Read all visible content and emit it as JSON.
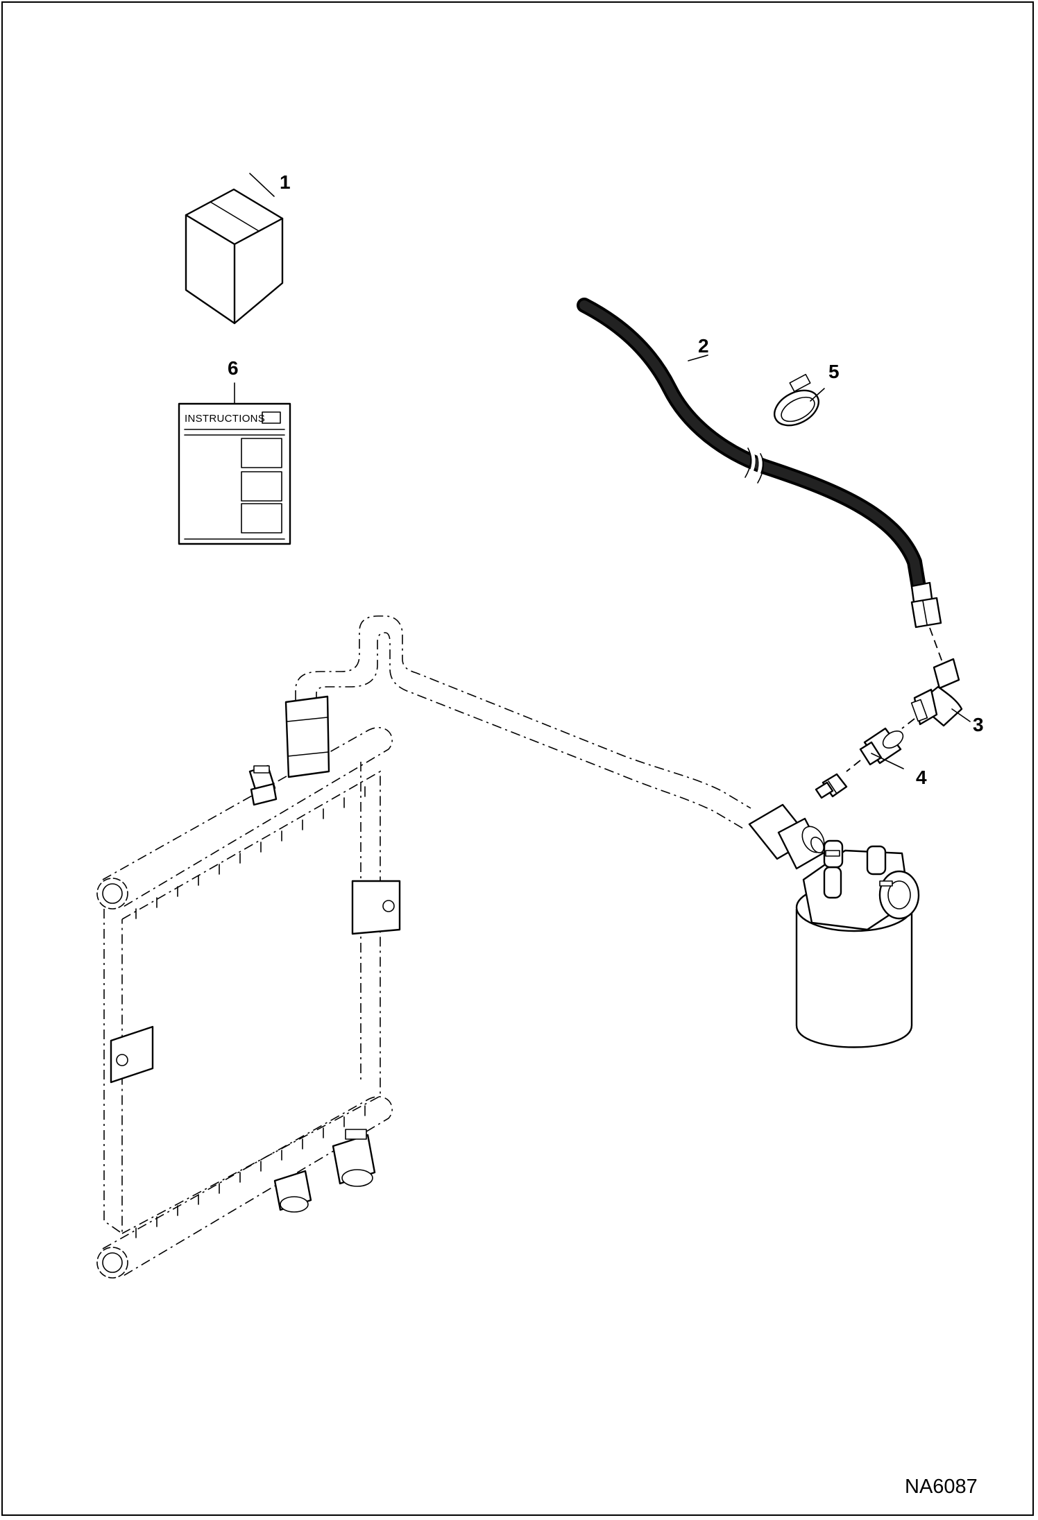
{
  "figure_id": "NA6087",
  "callouts": [
    "1",
    "2",
    "3",
    "4",
    "5",
    "6"
  ],
  "instruction_sheet": {
    "heading": "INSTRUCTIONS"
  }
}
